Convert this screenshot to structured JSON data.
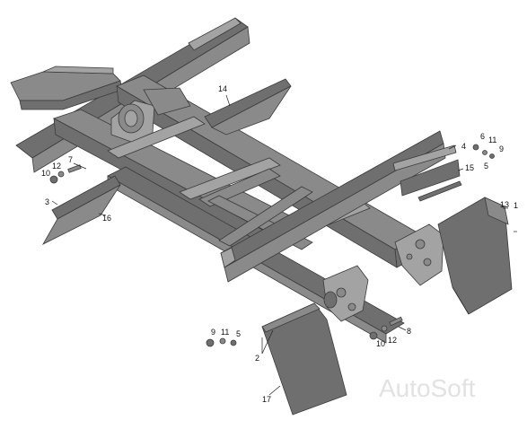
{
  "watermark": "AutoSoft",
  "callouts": {
    "c1": "1",
    "c2": "2",
    "c3": "3",
    "c4": "4",
    "c5a": "5",
    "c5b": "5",
    "c6": "6",
    "c7": "7",
    "c8": "8",
    "c9a": "9",
    "c9b": "9",
    "c10a": "10",
    "c10b": "10",
    "c11a": "11",
    "c11b": "11",
    "c12a": "12",
    "c12b": "12",
    "c13": "13",
    "c14": "14",
    "c15": "15",
    "c16": "16",
    "c17": "17"
  }
}
